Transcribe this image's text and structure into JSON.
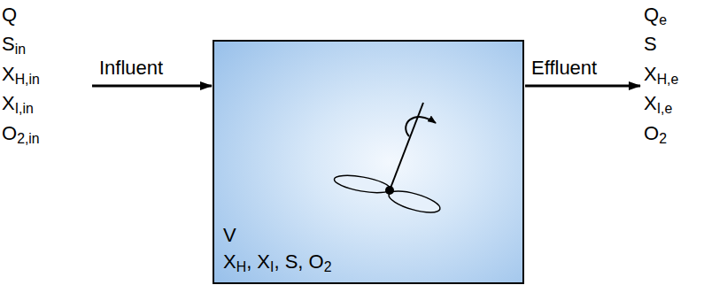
{
  "diagram": {
    "nodes": [
      {
        "text": [
          "V",
          "XH, XI, S, O2"
        ]
      }
    ],
    "labels": [
      "Q",
      "Sin",
      "XH,in",
      "XI,in",
      "O2,in",
      "Influent",
      "Effluent",
      "Qe",
      "S",
      "XH,e",
      "XI,e",
      "O2"
    ]
  }
}
